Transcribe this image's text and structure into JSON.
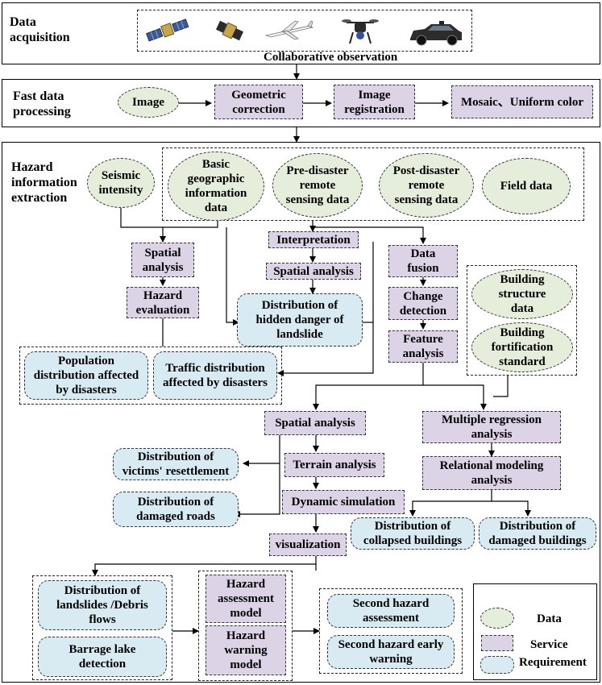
{
  "panels": {
    "acquisition": {
      "label": "Data\nacquisition",
      "caption": "Collaborative observation",
      "icons": [
        "satellite-icon",
        "small-satellite-icon",
        "uav-plane-icon",
        "drone-icon",
        "survey-car-icon"
      ]
    },
    "processing": {
      "label": "Fast data\nprocessing",
      "image": "Image",
      "geometric": "Geometric\ncorrection",
      "registration": "Image\nregistration",
      "mosaic": "Mosaic、Uniform color"
    },
    "extraction": {
      "label": "Hazard\ninformation\nextraction"
    }
  },
  "nodes": {
    "seismic": "Seismic\nintensity",
    "basic_geo": "Basic\ngeographic\ninformation\ndata",
    "pre_disaster": "Pre-disaster\nremote\nsensing data",
    "post_disaster": "Post-disaster\nremote\nsensing data",
    "field": "Field data",
    "spatial_analysis_1": "Spatial\nanalysis",
    "hazard_eval": "Hazard\nevaluation",
    "interpretation": "Interpretation",
    "spatial_analysis_2": "Spatial analysis",
    "hidden_danger": "Distribution of\nhidden danger of\nlandslide",
    "data_fusion": "Data\nfusion",
    "change_detection": "Change\ndetection",
    "feature_analysis": "Feature\nanalysis",
    "building_structure": "Building\nstructure\ndata",
    "building_fort": "Building\nfortification\nstandard",
    "population": "Population\ndistribution affected\nby disasters",
    "traffic": "Traffic distribution\naffected by disasters",
    "spatial_analysis_3": "Spatial analysis",
    "multiple_regression": "Multiple regression\nanalysis",
    "victims": "Distribution of\nvictims' resettlement",
    "terrain": "Terrain analysis",
    "relational": "Relational modeling\nanalysis",
    "damaged_roads": "Distribution of\ndamaged roads",
    "dynamic_sim": "Dynamic simulation",
    "collapsed": "Distribution of\ncollapsed buildings",
    "damaged_buildings": "Distribution of\ndamaged buildings",
    "visualization": "visualization",
    "landslides": "Distribution of\nlandslides /Debris\nflows",
    "barrage": "Barrage lake\ndetection",
    "hazard_assess": "Hazard\nassessment\nmodel",
    "hazard_warn": "Hazard\nwarning\nmodel",
    "second_assess": "Second hazard\nassessment",
    "second_warn": "Second hazard early\nwarning"
  },
  "legend": {
    "data": "Data",
    "service": "Service",
    "requirement": "Requirement"
  },
  "colors": {
    "data": "#e4eedb",
    "service": "#ddd3e6",
    "requirement": "#d8ebf3"
  }
}
